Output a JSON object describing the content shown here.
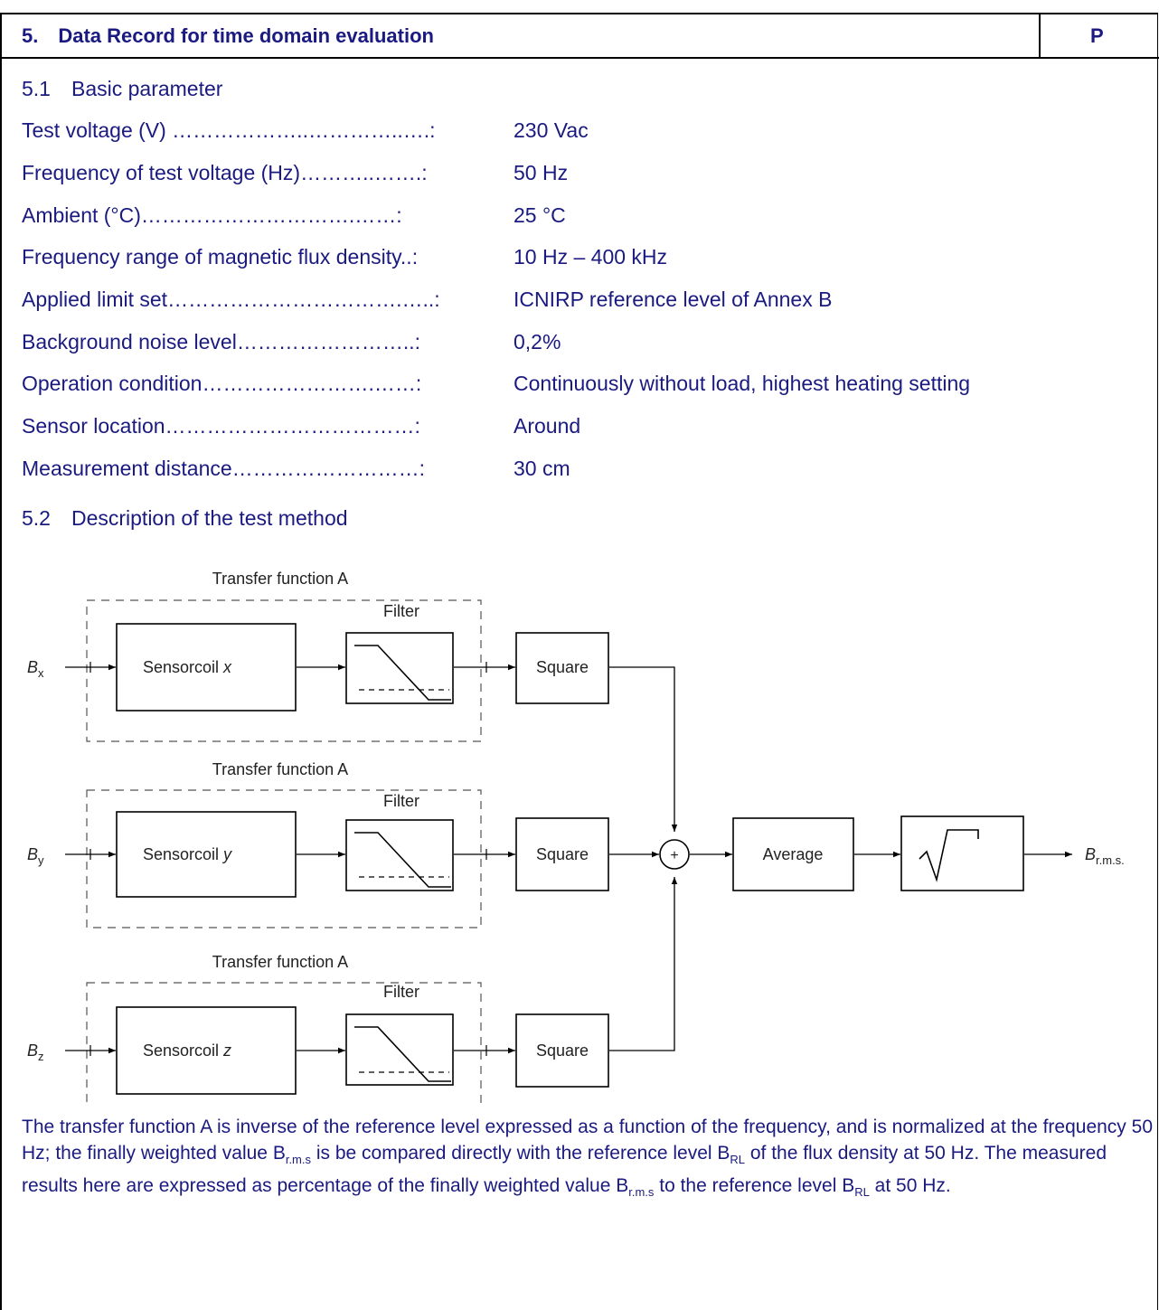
{
  "header": {
    "title": "5. Data Record for time domain evaluation",
    "verdict": "P"
  },
  "section_5_1": {
    "title": "5.1 Basic parameter",
    "params": [
      {
        "label": "Test voltage (V) ………………..…………..….:",
        "value": "230 Vac"
      },
      {
        "label": "Frequency of test voltage (Hz)………..…….:",
        "value": "50 Hz"
      },
      {
        "label": "Ambient (°C)………………………….……:",
        "value": "25 °C"
      },
      {
        "label": "Frequency range of magnetic flux density..:",
        "value": "10 Hz – 400 kHz"
      },
      {
        "label": "Applied limit set…………………………….…..:",
        "value": "ICNIRP reference level of Annex B"
      },
      {
        "label": "Background noise level……………………..:",
        "value": "0,2%"
      },
      {
        "label": "Operation condition…………………….……:",
        "value": "Continuously without load, highest heating setting"
      },
      {
        "label": "Sensor location………………………………:",
        "value": "Around"
      },
      {
        "label": "Measurement distance………………………:",
        "value": "30 cm"
      }
    ]
  },
  "section_5_2": {
    "title": "5.2 Description of the test method"
  },
  "diagram": {
    "transfer_label": "Transfer function A",
    "filter_label": "Filter",
    "square_label": "Square",
    "average_label": "Average",
    "sum_symbol": "+",
    "output_label": "B",
    "output_sub": "r.m.s.",
    "channels": [
      {
        "input": "B",
        "input_sub": "x",
        "sensor_text": "Sensorcoil ",
        "sensor_axis": "x"
      },
      {
        "input": "B",
        "input_sub": "y",
        "sensor_text": "Sensorcoil ",
        "sensor_axis": "y"
      },
      {
        "input": "B",
        "input_sub": "z",
        "sensor_text": "Sensorcoil ",
        "sensor_axis": "z"
      }
    ]
  },
  "description": {
    "p1": "The transfer function A is inverse of the reference level expressed as a function of the frequency, and is normalized at the frequency 50 Hz; the finally weighted value B",
    "sub1": "r.m.s",
    "p2": " is be compared directly with the reference level B",
    "sub2": "RL",
    "p3": " of the flux density at 50 Hz. The measured results here are expressed as percentage of the finally weighted value B",
    "sub3": "r.m.s",
    "p4": " to the reference level B",
    "sub4": "RL",
    "p5": " at 50 Hz."
  }
}
